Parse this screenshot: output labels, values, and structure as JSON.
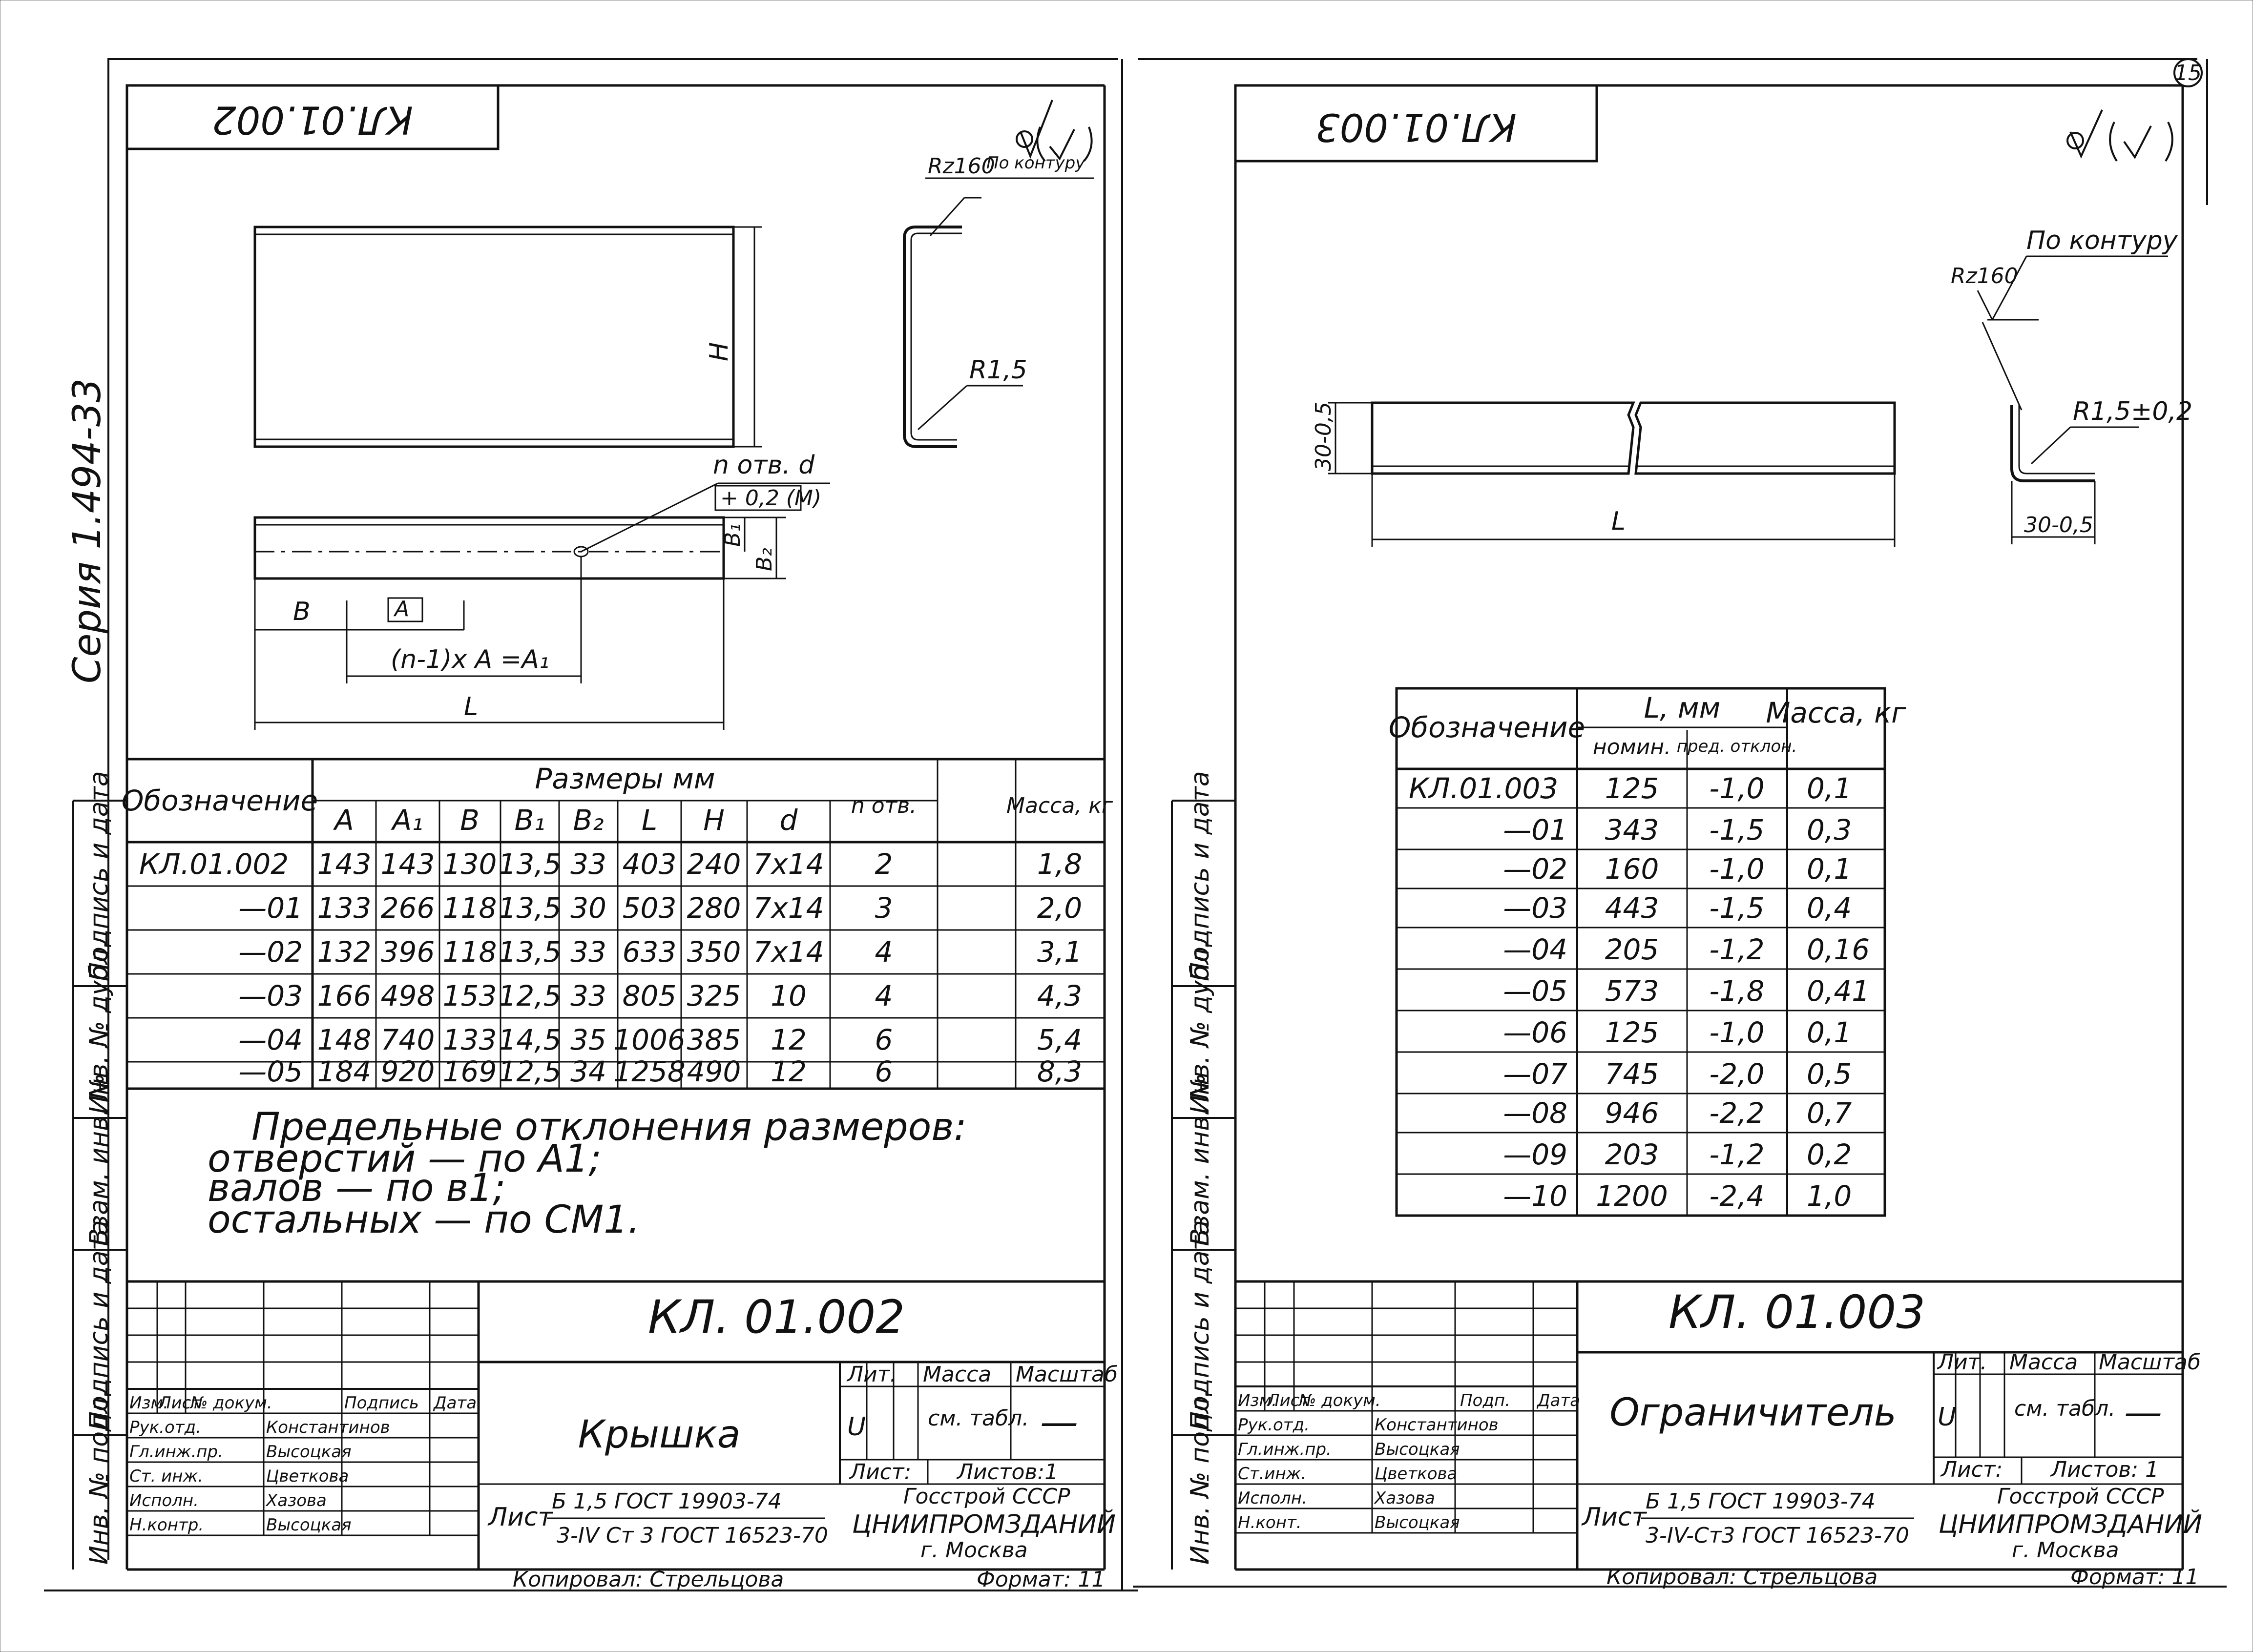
{
  "page_number": "15",
  "series_label": "Серия 1.494-33",
  "sidebar_labels": {
    "podpis_i_data": "Подпись и дата",
    "inv_dubl": "Инв. № дубл.",
    "vzam_inv": "Взам. инв. №",
    "inv_podl": "Инв. № подл."
  },
  "left_sheet": {
    "stamp_code": "КЛ.01.002",
    "roughness": {
      "rz": "Rz160",
      "note": "По контуру"
    },
    "dims": {
      "H": "H",
      "L": "L",
      "B": "B",
      "B1": "B₁",
      "B2": "B₂",
      "A": "A",
      "A1_formula": "(n-1)x A =A₁",
      "radius": "R1,5",
      "holes_label": "n отв. d",
      "tolerance": "+ 0,2 (M)"
    },
    "table": {
      "group_header": "Размеры мм",
      "columns": [
        "Обозначение",
        "A",
        "A₁",
        "B",
        "B₁",
        "B₂",
        "L",
        "H",
        "d",
        "n отв.",
        "Масса, кг"
      ],
      "rows": [
        [
          "КЛ.01.002",
          "143",
          "143",
          "130",
          "13,5",
          "33",
          "403",
          "240",
          "7x14",
          "2",
          "1,8"
        ],
        [
          "—01",
          "133",
          "266",
          "118",
          "13,5",
          "30",
          "503",
          "280",
          "7x14",
          "3",
          "2,0"
        ],
        [
          "—02",
          "132",
          "396",
          "118",
          "13,5",
          "33",
          "633",
          "350",
          "7x14",
          "4",
          "3,1"
        ],
        [
          "—03",
          "166",
          "498",
          "153",
          "12,5",
          "33",
          "805",
          "325",
          "10",
          "4",
          "4,3"
        ],
        [
          "—04",
          "148",
          "740",
          "133",
          "14,5",
          "35",
          "1006",
          "385",
          "12",
          "6",
          "5,4"
        ],
        [
          "—05",
          "184",
          "920",
          "169",
          "12,5",
          "34",
          "1258",
          "490",
          "12",
          "6",
          "8,3"
        ]
      ]
    },
    "notes": [
      "Предельные отклонения размеров:",
      "отверстий    — по A1;",
      "валов           — по в1;",
      "остальных    — по СМ1."
    ],
    "title_block": {
      "code": "КЛ. 01.002",
      "name": "Крышка",
      "material_line1": "Б 1,5 ГОСТ 19903-74",
      "material_line2": "3-IV Ст 3 ГОСТ 16523-70",
      "material_prefix": "Лист",
      "lit": "Лит.",
      "mass": "Масса",
      "scale": "Масштаб",
      "lit_value": "U",
      "mass_value": "см. табл.",
      "scale_value": "—",
      "sheet": "Лист:",
      "sheets": "Листов:1",
      "org1": "Госстрой СССР",
      "org2": "ЦНИИПРОМЗДАНИЙ",
      "org3": "г. Москва",
      "copied": "Копировал: Стрельцова",
      "format": "Формат: 11",
      "rev_headers": [
        "Изм.",
        "Лист",
        "№ докум.",
        "Подпись",
        "Дата"
      ],
      "people": [
        [
          "Рук.отд.",
          "Константинов"
        ],
        [
          "Гл.инж.пр.",
          "Высоцкая"
        ],
        [
          "Ст. инж.",
          "Цветкова"
        ],
        [
          "Исполн.",
          "Хазова"
        ],
        [
          "Н.контр.",
          "Высоцкая"
        ]
      ]
    }
  },
  "right_sheet": {
    "stamp_code": "КЛ.01.003",
    "roughness": {
      "rz": "Rz160",
      "note": "По контуру"
    },
    "dims": {
      "height": "30-0,5",
      "L": "L",
      "radius": "R1,5±0,2",
      "leg": "30-0,5"
    },
    "table": {
      "headers": {
        "designation": "Обозначение",
        "L_group": "L, мм",
        "nominal": "номин.",
        "deviation": "пред. отклон.",
        "mass": "Масса, кг"
      },
      "rows": [
        [
          "КЛ.01.003",
          "125",
          "-1,0",
          "0,1"
        ],
        [
          "—01",
          "343",
          "-1,5",
          "0,3"
        ],
        [
          "—02",
          "160",
          "-1,0",
          "0,1"
        ],
        [
          "—03",
          "443",
          "-1,5",
          "0,4"
        ],
        [
          "—04",
          "205",
          "-1,2",
          "0,16"
        ],
        [
          "—05",
          "573",
          "-1,8",
          "0,41"
        ],
        [
          "—06",
          "125",
          "-1,0",
          "0,1"
        ],
        [
          "—07",
          "745",
          "-2,0",
          "0,5"
        ],
        [
          "—08",
          "946",
          "-2,2",
          "0,7"
        ],
        [
          "—09",
          "203",
          "-1,2",
          "0,2"
        ],
        [
          "—10",
          "1200",
          "-2,4",
          "1,0"
        ]
      ]
    },
    "title_block": {
      "code": "КЛ. 01.003",
      "name": "Ограничитель",
      "material_line1": "Б 1,5 ГОСТ 19903-74",
      "material_line2": "3-IV-Ст3 ГОСТ 16523-70",
      "material_prefix": "Лист",
      "lit": "Лит.",
      "mass": "Масса",
      "scale": "Масштаб",
      "lit_value": "U",
      "mass_value": "см. табл.",
      "scale_value": "—",
      "sheet": "Лист:",
      "sheets": "Листов: 1",
      "org1": "Госстрой СССР",
      "org2": "ЦНИИПРОМЗДАНИЙ",
      "org3": "г. Москва",
      "copied": "Копировал: Стрельцова",
      "format": "Формат: 11",
      "rev_headers": [
        "Изм.",
        "Лист",
        "№ докум.",
        "Подп.",
        "Дата"
      ],
      "people": [
        [
          "Рук.отд.",
          "Константинов"
        ],
        [
          "Гл.инж.пр.",
          "Высоцкая"
        ],
        [
          "Ст.инж.",
          "Цветкова"
        ],
        [
          "Исполн.",
          "Хазова"
        ],
        [
          "Н.конт.",
          "Высоцкая"
        ]
      ]
    }
  }
}
